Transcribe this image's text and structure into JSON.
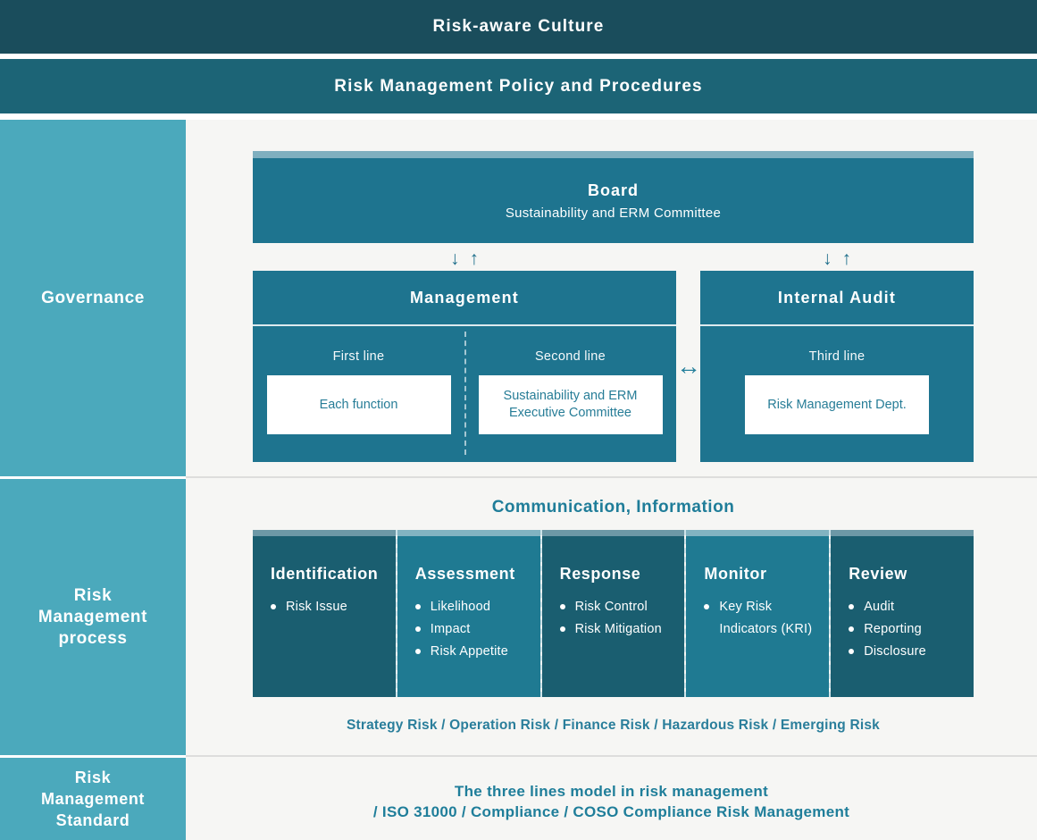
{
  "culture_bar": {
    "label": "Risk-aware Culture"
  },
  "policy_bar": {
    "label": "Risk Management Policy and Procedures"
  },
  "sidebar": {
    "governance_label": "Governance",
    "process_label": "Risk Management process",
    "standard_label": "Risk Management Standard"
  },
  "governance": {
    "board": {
      "title": "Board",
      "subtitle": "Sustainability and ERM Committee"
    },
    "arrows": {
      "down": "↓",
      "up": "↑",
      "bidirectional": "↔"
    },
    "management": {
      "title": "Management",
      "first_line": {
        "label": "First line",
        "box": "Each function"
      },
      "second_line": {
        "label": "Second line",
        "box": "Sustainability and ERM Executive Committee"
      }
    },
    "internal_audit": {
      "title": "Internal Audit",
      "third_line": {
        "label": "Third line",
        "box": "Risk Management Dept."
      }
    }
  },
  "process": {
    "heading": "Communication, Information",
    "columns": [
      {
        "title": "Identification",
        "items": [
          "Risk Issue"
        ]
      },
      {
        "title": "Assessment",
        "items": [
          "Likelihood",
          "Impact",
          "Risk Appetite"
        ]
      },
      {
        "title": "Response",
        "items": [
          "Risk Control",
          "Risk Mitigation"
        ]
      },
      {
        "title": "Monitor",
        "items": [
          "Key Risk Indicators (KRI)"
        ]
      },
      {
        "title": "Review",
        "items": [
          "Audit",
          "Reporting",
          "Disclosure"
        ]
      }
    ],
    "risk_categories": "Strategy Risk / Operation Risk / Finance Risk / Hazardous Risk / Emerging Risk"
  },
  "standard": {
    "line1": "The three lines model in risk management",
    "line2": "/ ISO 31000 / Compliance / COSO Compliance Risk Management"
  },
  "colors": {
    "culture_bar": "#1a4d5c",
    "policy_bar": "#1c6476",
    "sidebar": "#4ba9bc",
    "box_teal": "#1e748f",
    "process_dark": "#1a5e70",
    "process_light": "#1f7a92",
    "strip_light": "#7fafbf",
    "strip_dark": "#6d98a6",
    "teal_text": "#1f7d99",
    "content_bg": "#f6f6f4"
  }
}
